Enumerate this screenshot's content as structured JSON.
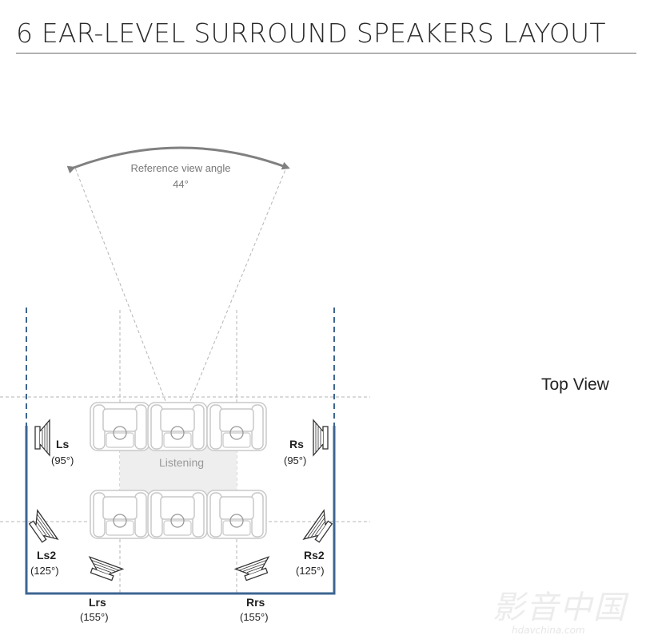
{
  "title": "6 EAR-LEVEL SURROUND SPEAKERS LAYOUT",
  "view_label": "Top View",
  "reference": {
    "label": "Reference view angle",
    "angle": "44°"
  },
  "listening_label": "Listening",
  "speakers": [
    {
      "id": "ls",
      "name": "Ls",
      "angle": "(95°)"
    },
    {
      "id": "rs",
      "name": "Rs",
      "angle": "(95°)"
    },
    {
      "id": "ls2",
      "name": "Ls2",
      "angle": "(125°)"
    },
    {
      "id": "rs2",
      "name": "Rs2",
      "angle": "(125°)"
    },
    {
      "id": "lrs",
      "name": "Lrs",
      "angle": "(155°)"
    },
    {
      "id": "rrs",
      "name": "Rrs",
      "angle": "(155°)"
    }
  ],
  "watermark": {
    "text": "影音中国",
    "sub": "hdavchina.com"
  },
  "colors": {
    "wall": "#3d6591",
    "guide": "#b5b5b5",
    "arrow": "#808080",
    "text": "#222222",
    "seat": "#c8c8c8"
  }
}
